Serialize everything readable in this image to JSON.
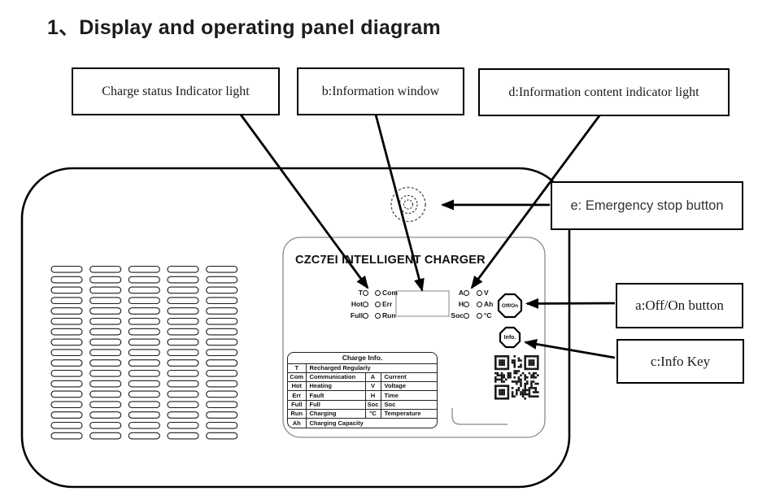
{
  "title": "1、Display and operating panel diagram",
  "callouts": {
    "charge_status": "Charge status Indicator light",
    "info_window": "b:Information window",
    "info_content": "d:Information content indicator light",
    "emergency": "e: Emergency stop button",
    "off_on": "a:Off/On button",
    "info_key": "c:Info Key"
  },
  "panel": {
    "title": "CZC7EI INTELLIGENT CHARGER",
    "left_indicators": [
      {
        "label1": "T",
        "label2": "Com"
      },
      {
        "label1": "Hot",
        "label2": "Err"
      },
      {
        "label1": "Full",
        "label2": "Run"
      }
    ],
    "right_indicators": [
      {
        "label1": "A",
        "label2": "V"
      },
      {
        "label1": "H",
        "label2": "Ah"
      },
      {
        "label1": "Soc",
        "label2": "°C"
      }
    ],
    "buttons": {
      "off_on": "Off/On",
      "info": "Info."
    },
    "table": {
      "header": "Charge Info.",
      "rows": [
        {
          "k1": "T",
          "v1": "Recharged Regularly"
        },
        {
          "k1": "Com",
          "v1": "Communication",
          "k2": "A",
          "v2": "Current"
        },
        {
          "k1": "Hot",
          "v1": "Heating",
          "k2": "V",
          "v2": "Voltage"
        },
        {
          "k1": "Err",
          "v1": "Fault",
          "k2": "H",
          "v2": "Time"
        },
        {
          "k1": "Full",
          "v1": "Full",
          "k2": "Soc",
          "v2": "Soc"
        },
        {
          "k1": "Run",
          "v1": "Charging",
          "k2": "°C",
          "v2": "Temperature"
        },
        {
          "k1": "Ah",
          "v1": "Charging Capacity"
        }
      ]
    }
  },
  "colors": {
    "ink": "#000000",
    "panel_outline": "#8a8a8a",
    "qr": "#151515"
  }
}
